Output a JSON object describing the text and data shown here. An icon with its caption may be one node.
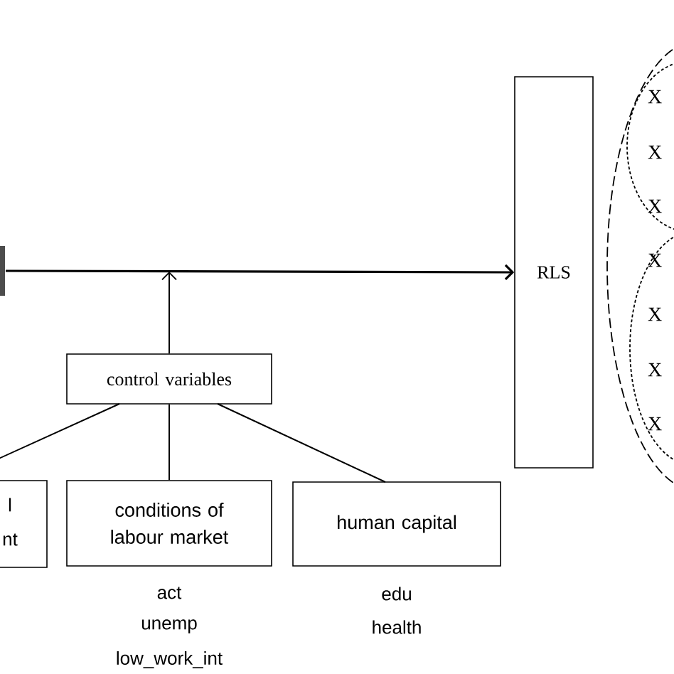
{
  "diagram": {
    "nodes": [
      {
        "text": [],
        "shape": "box"
      },
      {
        "text": [
          "RLS"
        ]
      },
      {
        "text": [],
        "shape": "ellipse"
      },
      {
        "text": [
          "X",
          "X",
          "X"
        ],
        "in": 2
      },
      {
        "text": [
          "X",
          "X",
          "X",
          "X"
        ],
        "in": 2
      },
      {
        "text": [
          "control variables"
        ]
      },
      {
        "text": [
          "l nt"
        ]
      },
      {
        "text": [
          "conditions of labour market"
        ],
        "beside": [
          "act",
          "unemp",
          "low_work_int"
        ]
      },
      {
        "text": [
          "human capital"
        ],
        "beside": [
          "edu",
          "health"
        ]
      }
    ],
    "edges": [
      {
        "from": 0,
        "to": 1,
        "arrow": "to"
      },
      {
        "from": 5,
        "to": null,
        "arrow": "to"
      },
      {
        "from": 5,
        "to": 6,
        "arrow": "none"
      },
      {
        "from": 5,
        "to": 7,
        "arrow": "none"
      },
      {
        "from": 5,
        "to": 8,
        "arrow": "none"
      }
    ]
  }
}
